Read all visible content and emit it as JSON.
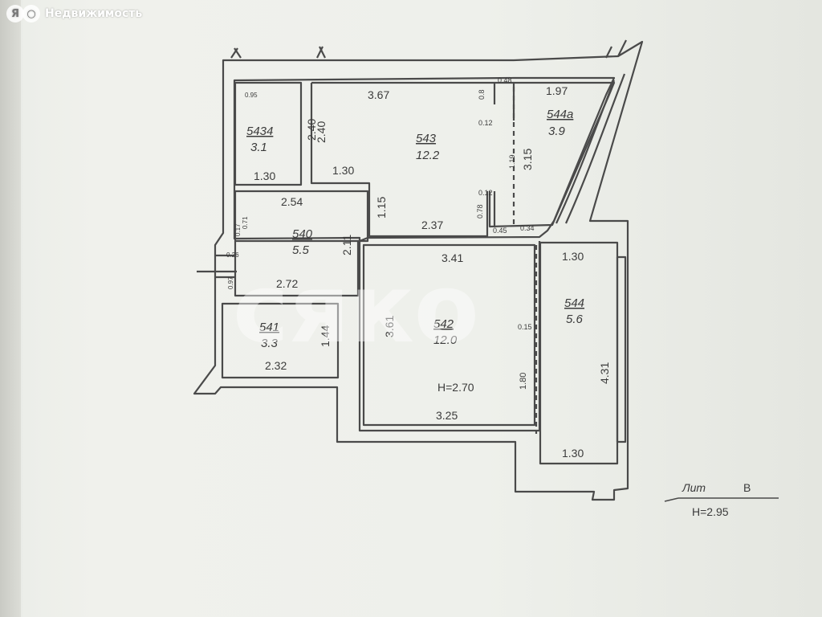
{
  "watermark": {
    "logo_left": "Я",
    "logo_right": "○",
    "label": "Недвижимость"
  },
  "overlay_watermark": "сяко",
  "rooms": [
    {
      "id": "5434",
      "label": "5434",
      "area": "3.1"
    },
    {
      "id": "543",
      "label": "543",
      "area": "12.2"
    },
    {
      "id": "544a",
      "label": "544a",
      "area": "3.9"
    },
    {
      "id": "540",
      "label": "540",
      "area": "5.5"
    },
    {
      "id": "541",
      "label": "541",
      "area": "3.3"
    },
    {
      "id": "542",
      "label": "542",
      "area": "12.0"
    },
    {
      "id": "544",
      "label": "544",
      "area": "5.6"
    }
  ],
  "dimensions": {
    "d_367": "3.67",
    "d_197": "1.97",
    "d_240a": "2.40",
    "d_240b": "2.40",
    "d_130a": "1.30",
    "d_130b": "1.30",
    "d_315": "3.15",
    "d_254": "2.54",
    "d_115": "1.15",
    "d_237": "2.37",
    "d_211": "2.11",
    "d_341": "3.41",
    "d_130c": "1.30",
    "d_272": "2.72",
    "d_144": "1.44",
    "d_232": "2.32",
    "d_361": "3.61",
    "d_431": "4.31",
    "d_325": "3.25",
    "d_130d": "1.30",
    "d_180": "1.80",
    "d_015": "0.15",
    "d_012a": "0.12",
    "d_012b": "0.12",
    "d_08": "0.8",
    "d_048": "0.48",
    "d_078": "0.78",
    "d_119": "1.19",
    "d_045": "0.45",
    "d_034": "0.34",
    "d_095": "0.95",
    "d_071": "0.71",
    "d_026": "0.26",
    "d_017": "0.17",
    "d_097": "0.97"
  },
  "height_label": "Н=2.70",
  "stamp": {
    "lit_label": "Лит",
    "lit_value": "В",
    "height": "Н=2.95"
  },
  "colors": {
    "wall": "#555555",
    "paper": "#eef0eb",
    "watermark": "#ffffff"
  }
}
